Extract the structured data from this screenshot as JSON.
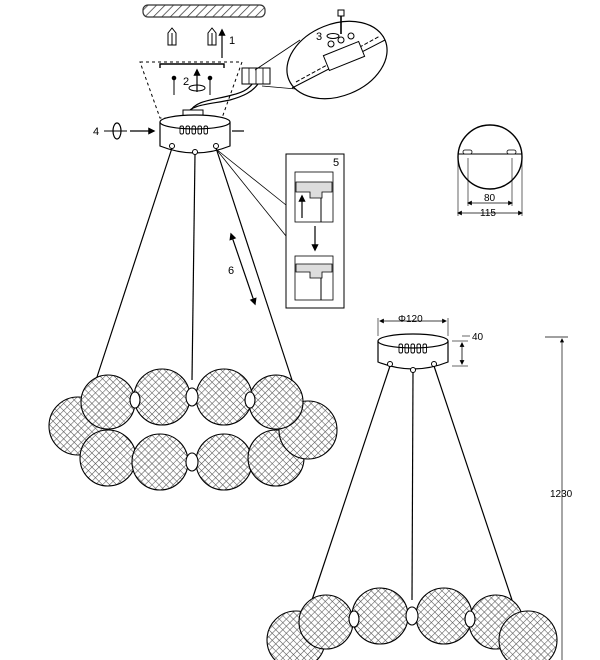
{
  "steps": {
    "s1": "1",
    "s2": "2",
    "s3": "3",
    "s4": "4",
    "s5": "5",
    "s6": "6"
  },
  "dimensions": {
    "mount_spacing": "80",
    "canopy_diameter_top": "115",
    "canopy_diameter_side": "Φ120",
    "canopy_height": "40",
    "total_height": "1230"
  },
  "colors": {
    "line": "#000000",
    "mesh": "#555555",
    "ceiling": "#333333"
  }
}
